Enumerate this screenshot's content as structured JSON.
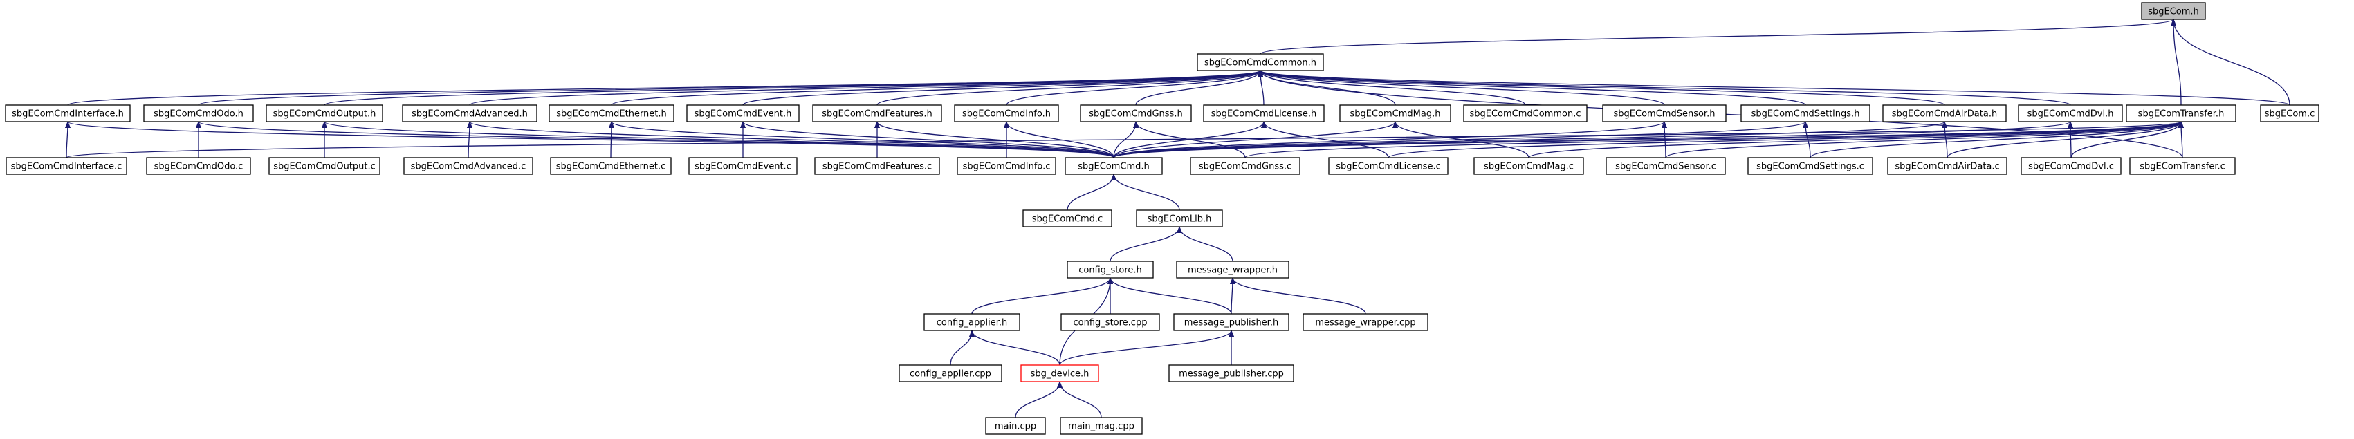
{
  "colors": {
    "edge": "#191970",
    "node_border": "#000000",
    "root_fill": "#bfbfbf",
    "highlight_border": "#ff0000",
    "background": "#ffffff"
  },
  "nodes": {
    "sbgecom_h": "sbgECom.h",
    "sbgecomcmdcommon_h": "sbgEComCmdCommon.h",
    "sbgecom_c": "sbgECom.c",
    "sbgecomcmdinterface_h": "sbgEComCmdInterface.h",
    "sbgecomcmdodo_h": "sbgEComCmdOdo.h",
    "sbgecomcmdoutput_h": "sbgEComCmdOutput.h",
    "sbgecomcmdadvanced_h": "sbgEComCmdAdvanced.h",
    "sbgecomcmdethernet_h": "sbgEComCmdEthernet.h",
    "sbgecomcmdevent_h": "sbgEComCmdEvent.h",
    "sbgecomcmdfeatures_h": "sbgEComCmdFeatures.h",
    "sbgecomcmdinfo_h": "sbgEComCmdInfo.h",
    "sbgecomcmdgnss_h": "sbgEComCmdGnss.h",
    "sbgecomcmdlicense_h": "sbgEComCmdLicense.h",
    "sbgecomcmdmag_h": "sbgEComCmdMag.h",
    "sbgecomcmdcommon_c": "sbgEComCmdCommon.c",
    "sbgecomcmdsensor_h": "sbgEComCmdSensor.h",
    "sbgecomcmdsettings_h": "sbgEComCmdSettings.h",
    "sbgecomcmdairdata_h": "sbgEComCmdAirData.h",
    "sbgecomcmddvl_h": "sbgEComCmdDvl.h",
    "sbgecomtransfer_h": "sbgEComTransfer.h",
    "sbgecomcmdinterface_c": "sbgEComCmdInterface.c",
    "sbgecomcmdodo_c": "sbgEComCmdOdo.c",
    "sbgecomcmdoutput_c": "sbgEComCmdOutput.c",
    "sbgecomcmdadvanced_c": "sbgEComCmdAdvanced.c",
    "sbgecomcmdethernet_c": "sbgEComCmdEthernet.c",
    "sbgecomcmdevent_c": "sbgEComCmdEvent.c",
    "sbgecomcmdfeatures_c": "sbgEComCmdFeatures.c",
    "sbgecomcmdinfo_c": "sbgEComCmdInfo.c",
    "sbgecomcmd_h": "sbgEComCmd.h",
    "sbgecomcmdgnss_c": "sbgEComCmdGnss.c",
    "sbgecomcmdlicense_c": "sbgEComCmdLicense.c",
    "sbgecomcmdmag_c": "sbgEComCmdMag.c",
    "sbgecomcmdsensor_c": "sbgEComCmdSensor.c",
    "sbgecomcmdsettings_c": "sbgEComCmdSettings.c",
    "sbgecomcmdairdata_c": "sbgEComCmdAirData.c",
    "sbgecomcmddvl_c": "sbgEComCmdDvl.c",
    "sbgecomtransfer_c": "sbgEComTransfer.c",
    "sbgecomcmd_c": "sbgEComCmd.c",
    "sbgecomlib_h": "sbgEComLib.h",
    "config_store_h": "config_store.h",
    "message_wrapper_h": "message_wrapper.h",
    "config_applier_h": "config_applier.h",
    "config_store_cpp": "config_store.cpp",
    "message_publisher_h": "message_publisher.h",
    "message_wrapper_cpp": "message_wrapper.cpp",
    "config_applier_cpp": "config_applier.cpp",
    "sbg_device_h": "sbg_device.h",
    "message_publisher_cpp": "message_publisher.cpp",
    "main_cpp": "main.cpp",
    "main_mag_cpp": "main_mag.cpp"
  }
}
